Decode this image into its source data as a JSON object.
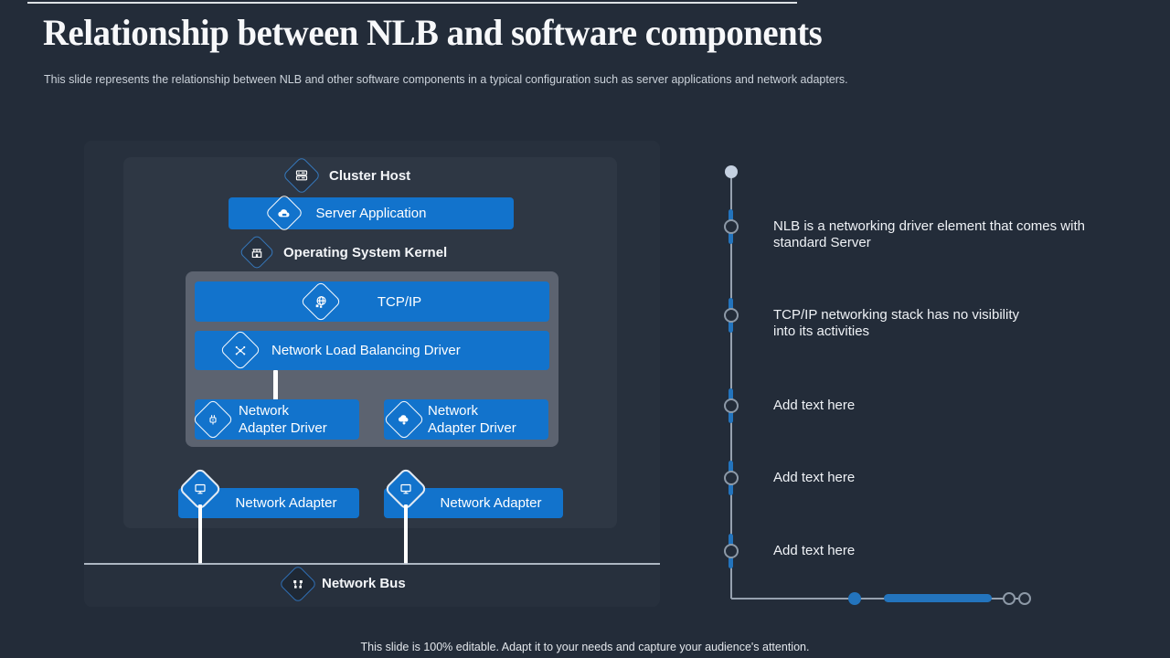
{
  "slide": {
    "title": "Relationship between NLB and software components",
    "subtitle": "This slide represents the relationship between NLB and other software components in a typical configuration such as server applications and network adapters.",
    "footer": "This slide is 100% editable. Adapt it to your needs and capture your audience's attention."
  },
  "diagram": {
    "cluster_host": {
      "label": "Cluster Host",
      "icon": "server-rack-icon"
    },
    "server_application": {
      "label": "Server Application",
      "icon": "cloud-server-icon"
    },
    "os_kernel": {
      "label": "Operating System Kernel",
      "icon": "kernel-building-icon"
    },
    "tcpip": {
      "label": "TCP/IP",
      "icon": "globe-network-icon"
    },
    "nlb_driver": {
      "label": "Network Load Balancing Driver",
      "icon": "node-cluster-icon"
    },
    "adapter_driver_left": {
      "label": "Network\nAdapter Driver",
      "icon": "usb-plug-icon"
    },
    "adapter_driver_right": {
      "label": "Network\nAdapter Driver",
      "icon": "cloud-upload-icon"
    },
    "adapter_left": {
      "label": "Network Adapter",
      "icon": "monitor-icon"
    },
    "adapter_right": {
      "label": "Network Adapter",
      "icon": "monitor-icon"
    },
    "network_bus": {
      "label": "Network Bus",
      "icon": "hub-icon"
    }
  },
  "timeline": {
    "items": [
      {
        "text": "NLB is a networking driver element that comes with\nstandard Server"
      },
      {
        "text": "TCP/IP networking stack has no visibility\ninto its activities"
      },
      {
        "text": "Add text here"
      },
      {
        "text": "Add text here"
      },
      {
        "text": "Add text here"
      }
    ]
  },
  "colors": {
    "background": "#232c39",
    "panel": "#27303d",
    "inner_panel": "#2e3744",
    "kernel_box": "#5c6370",
    "accent_blue": "#1273cc",
    "timeline_blue": "#2374bd",
    "text": "#f3f5f8"
  }
}
